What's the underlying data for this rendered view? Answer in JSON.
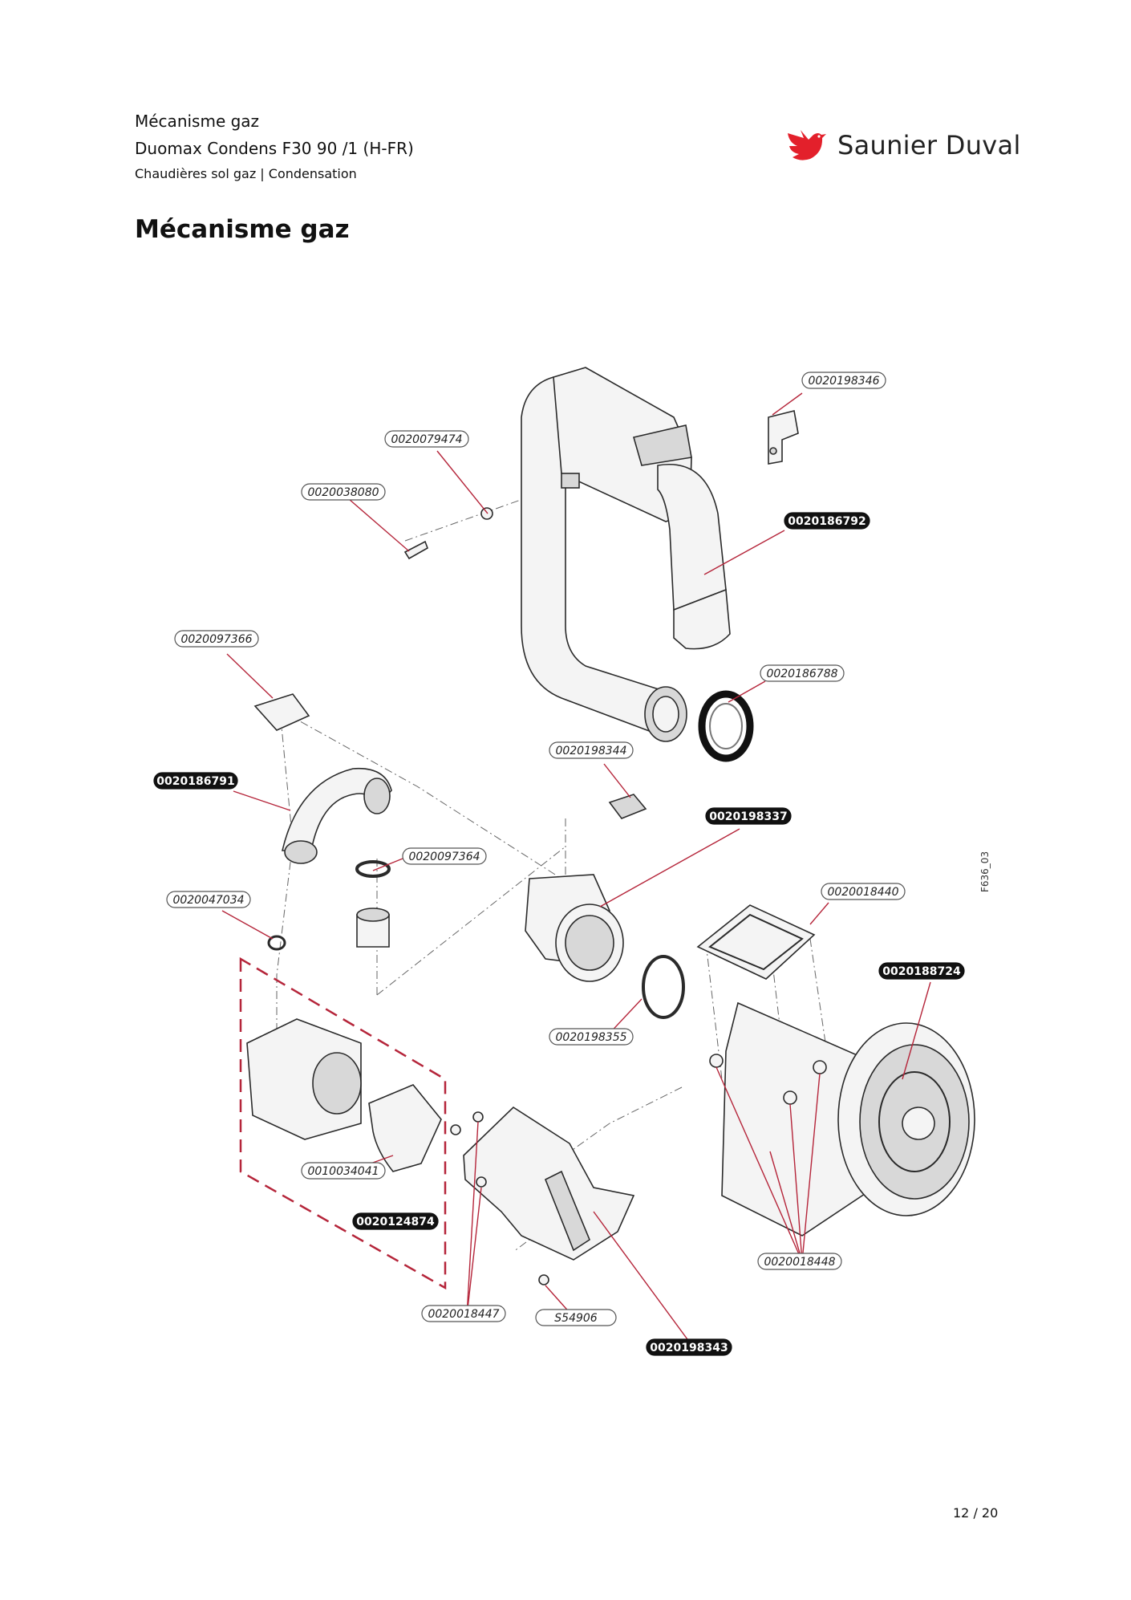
{
  "header": {
    "line1": "Mécanisme gaz",
    "line2": "Duomax Condens F30 90 /1 (H-FR)",
    "line3": "Chaudières sol gaz | Condensation"
  },
  "brand": {
    "name": "Saunier Duval",
    "color": "#e3202b"
  },
  "section_title": "Mécanisme gaz",
  "figure_code": "F636_03",
  "page_number": "12 / 20",
  "colors": {
    "leader": "#b5253a",
    "label_filled": "#111111"
  },
  "part_labels": [
    {
      "ref": "0020198346",
      "style": "outline"
    },
    {
      "ref": "0020079474",
      "style": "outline"
    },
    {
      "ref": "0020038080",
      "style": "outline"
    },
    {
      "ref": "0020186792",
      "style": "filled"
    },
    {
      "ref": "0020097366",
      "style": "outline"
    },
    {
      "ref": "0020186788",
      "style": "outline"
    },
    {
      "ref": "0020198344",
      "style": "outline"
    },
    {
      "ref": "0020186791",
      "style": "filled"
    },
    {
      "ref": "0020198337",
      "style": "filled"
    },
    {
      "ref": "0020097364",
      "style": "outline"
    },
    {
      "ref": "0020018440",
      "style": "outline"
    },
    {
      "ref": "0020047034",
      "style": "outline"
    },
    {
      "ref": "0020188724",
      "style": "filled"
    },
    {
      "ref": "0020198355",
      "style": "outline"
    },
    {
      "ref": "0010034041",
      "style": "outline"
    },
    {
      "ref": "0020124874",
      "style": "filled"
    },
    {
      "ref": "0020018448",
      "style": "outline"
    },
    {
      "ref": "0020018447",
      "style": "outline"
    },
    {
      "ref": "S54906",
      "style": "outline"
    },
    {
      "ref": "0020198343",
      "style": "filled"
    }
  ]
}
